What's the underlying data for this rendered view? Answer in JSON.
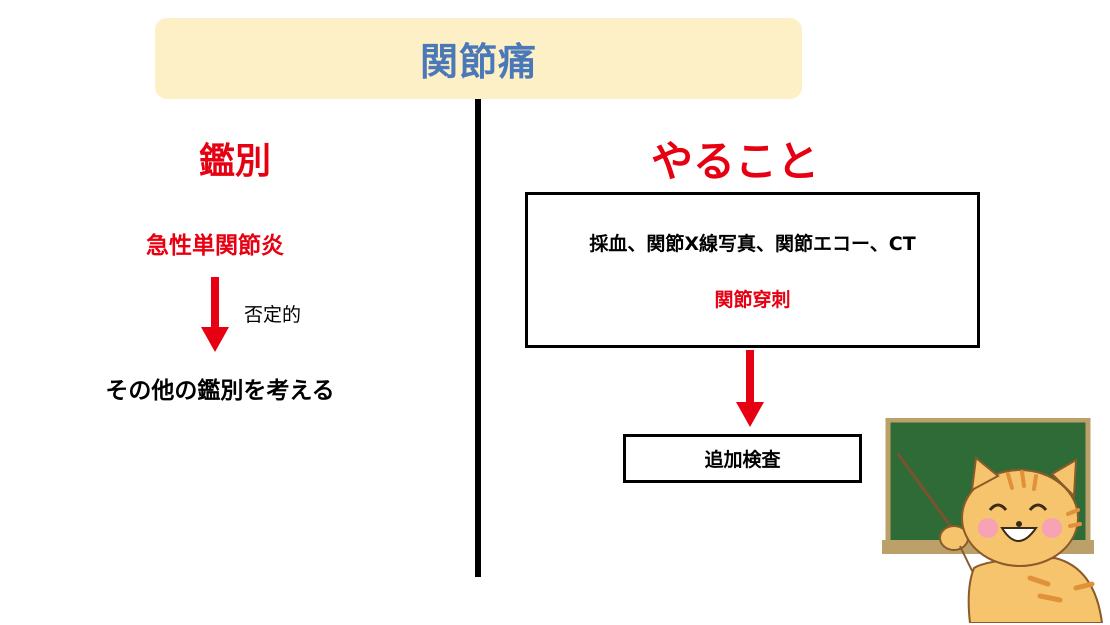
{
  "title": "関節痛",
  "left": {
    "heading": "鑑別",
    "diagnosis": "急性単関節炎",
    "arrow_label": "否定的",
    "next_step": "その他の鑑別を考える"
  },
  "right": {
    "heading": "やること",
    "tests": "採血、関節X線写真、関節エコー、CT",
    "key_procedure": "関節穿刺",
    "follow_up": "追加検査"
  },
  "colors": {
    "title_bg": "#fdf0c6",
    "title_text": "#4a78b8",
    "accent_red": "#e60012",
    "board_green": "#2e6b37",
    "cat_orange": "#f6c46c"
  },
  "illustration": {
    "icon": "teacher-cat-at-blackboard-icon"
  }
}
